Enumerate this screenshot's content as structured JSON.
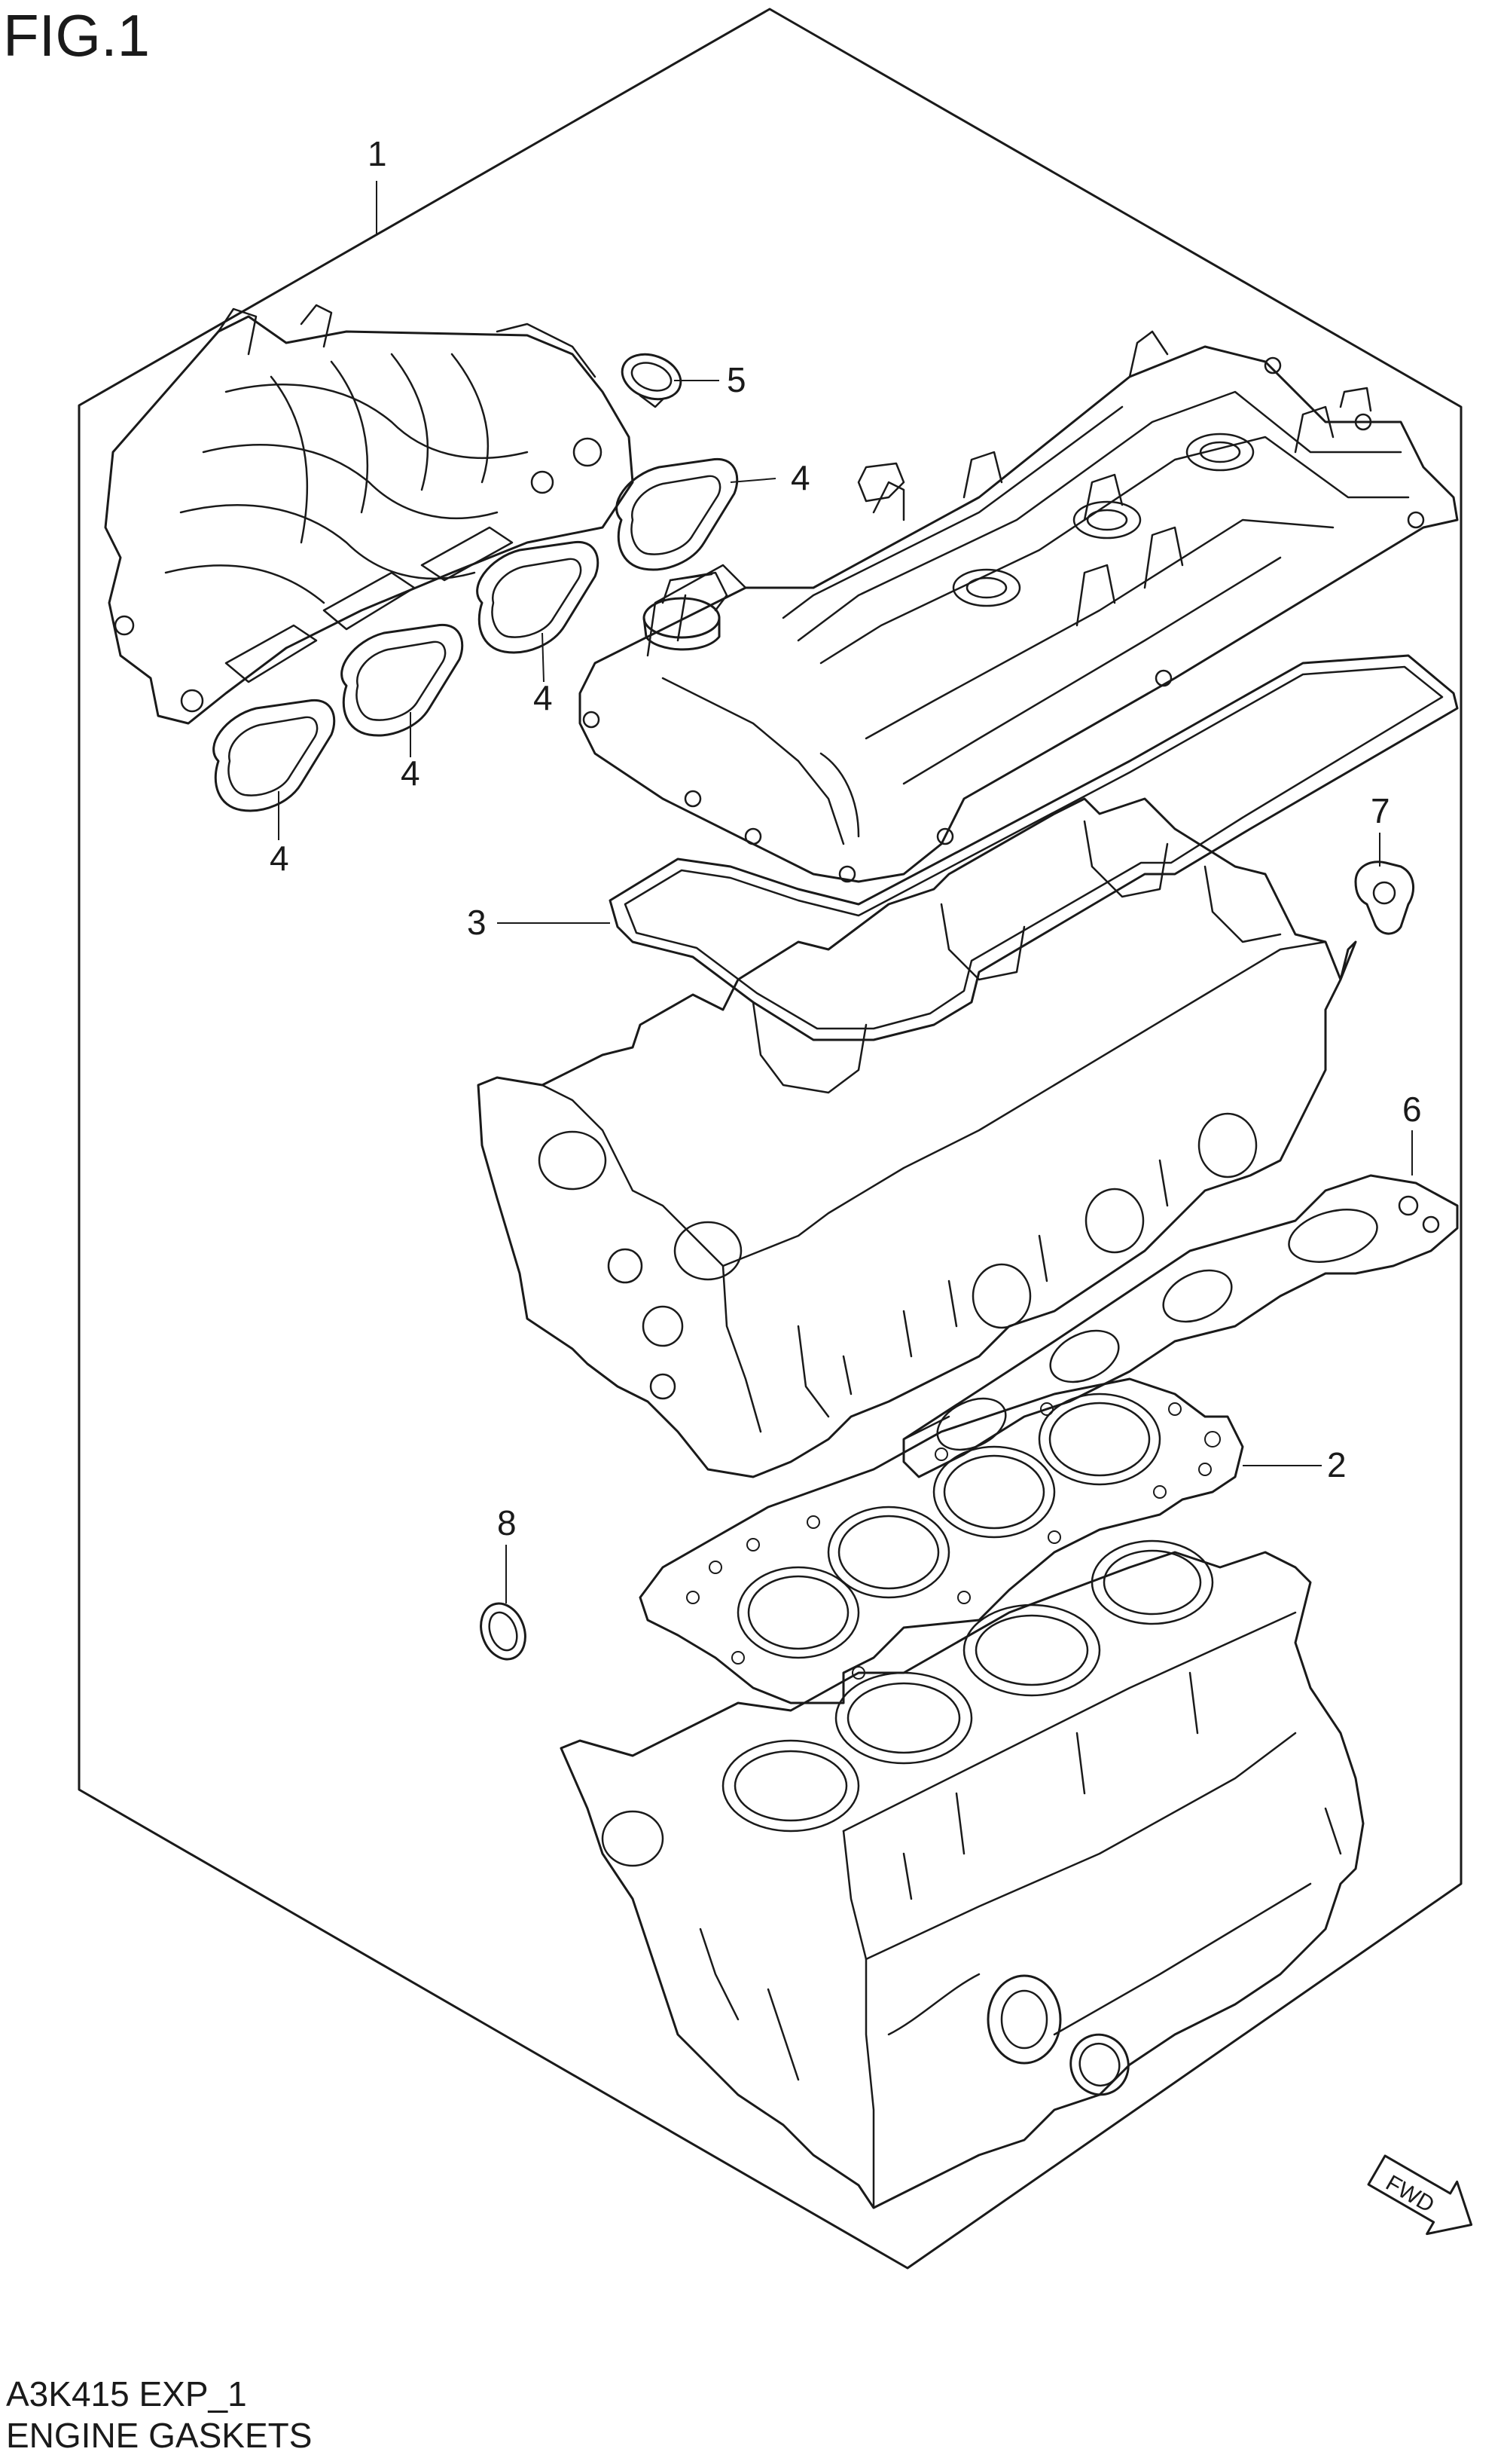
{
  "figure_label": "FIG.1",
  "footer": {
    "model_code": "A3K415 EXP_1",
    "section_name": "ENGINE GASKETS"
  },
  "callouts": {
    "c1": "1",
    "c2": "2",
    "c3": "3",
    "c4a": "4",
    "c4b": "4",
    "c4c": "4",
    "c4d": "4",
    "c5": "5",
    "c6": "6",
    "c7": "7",
    "c8": "8"
  },
  "direction_label": "FWD"
}
